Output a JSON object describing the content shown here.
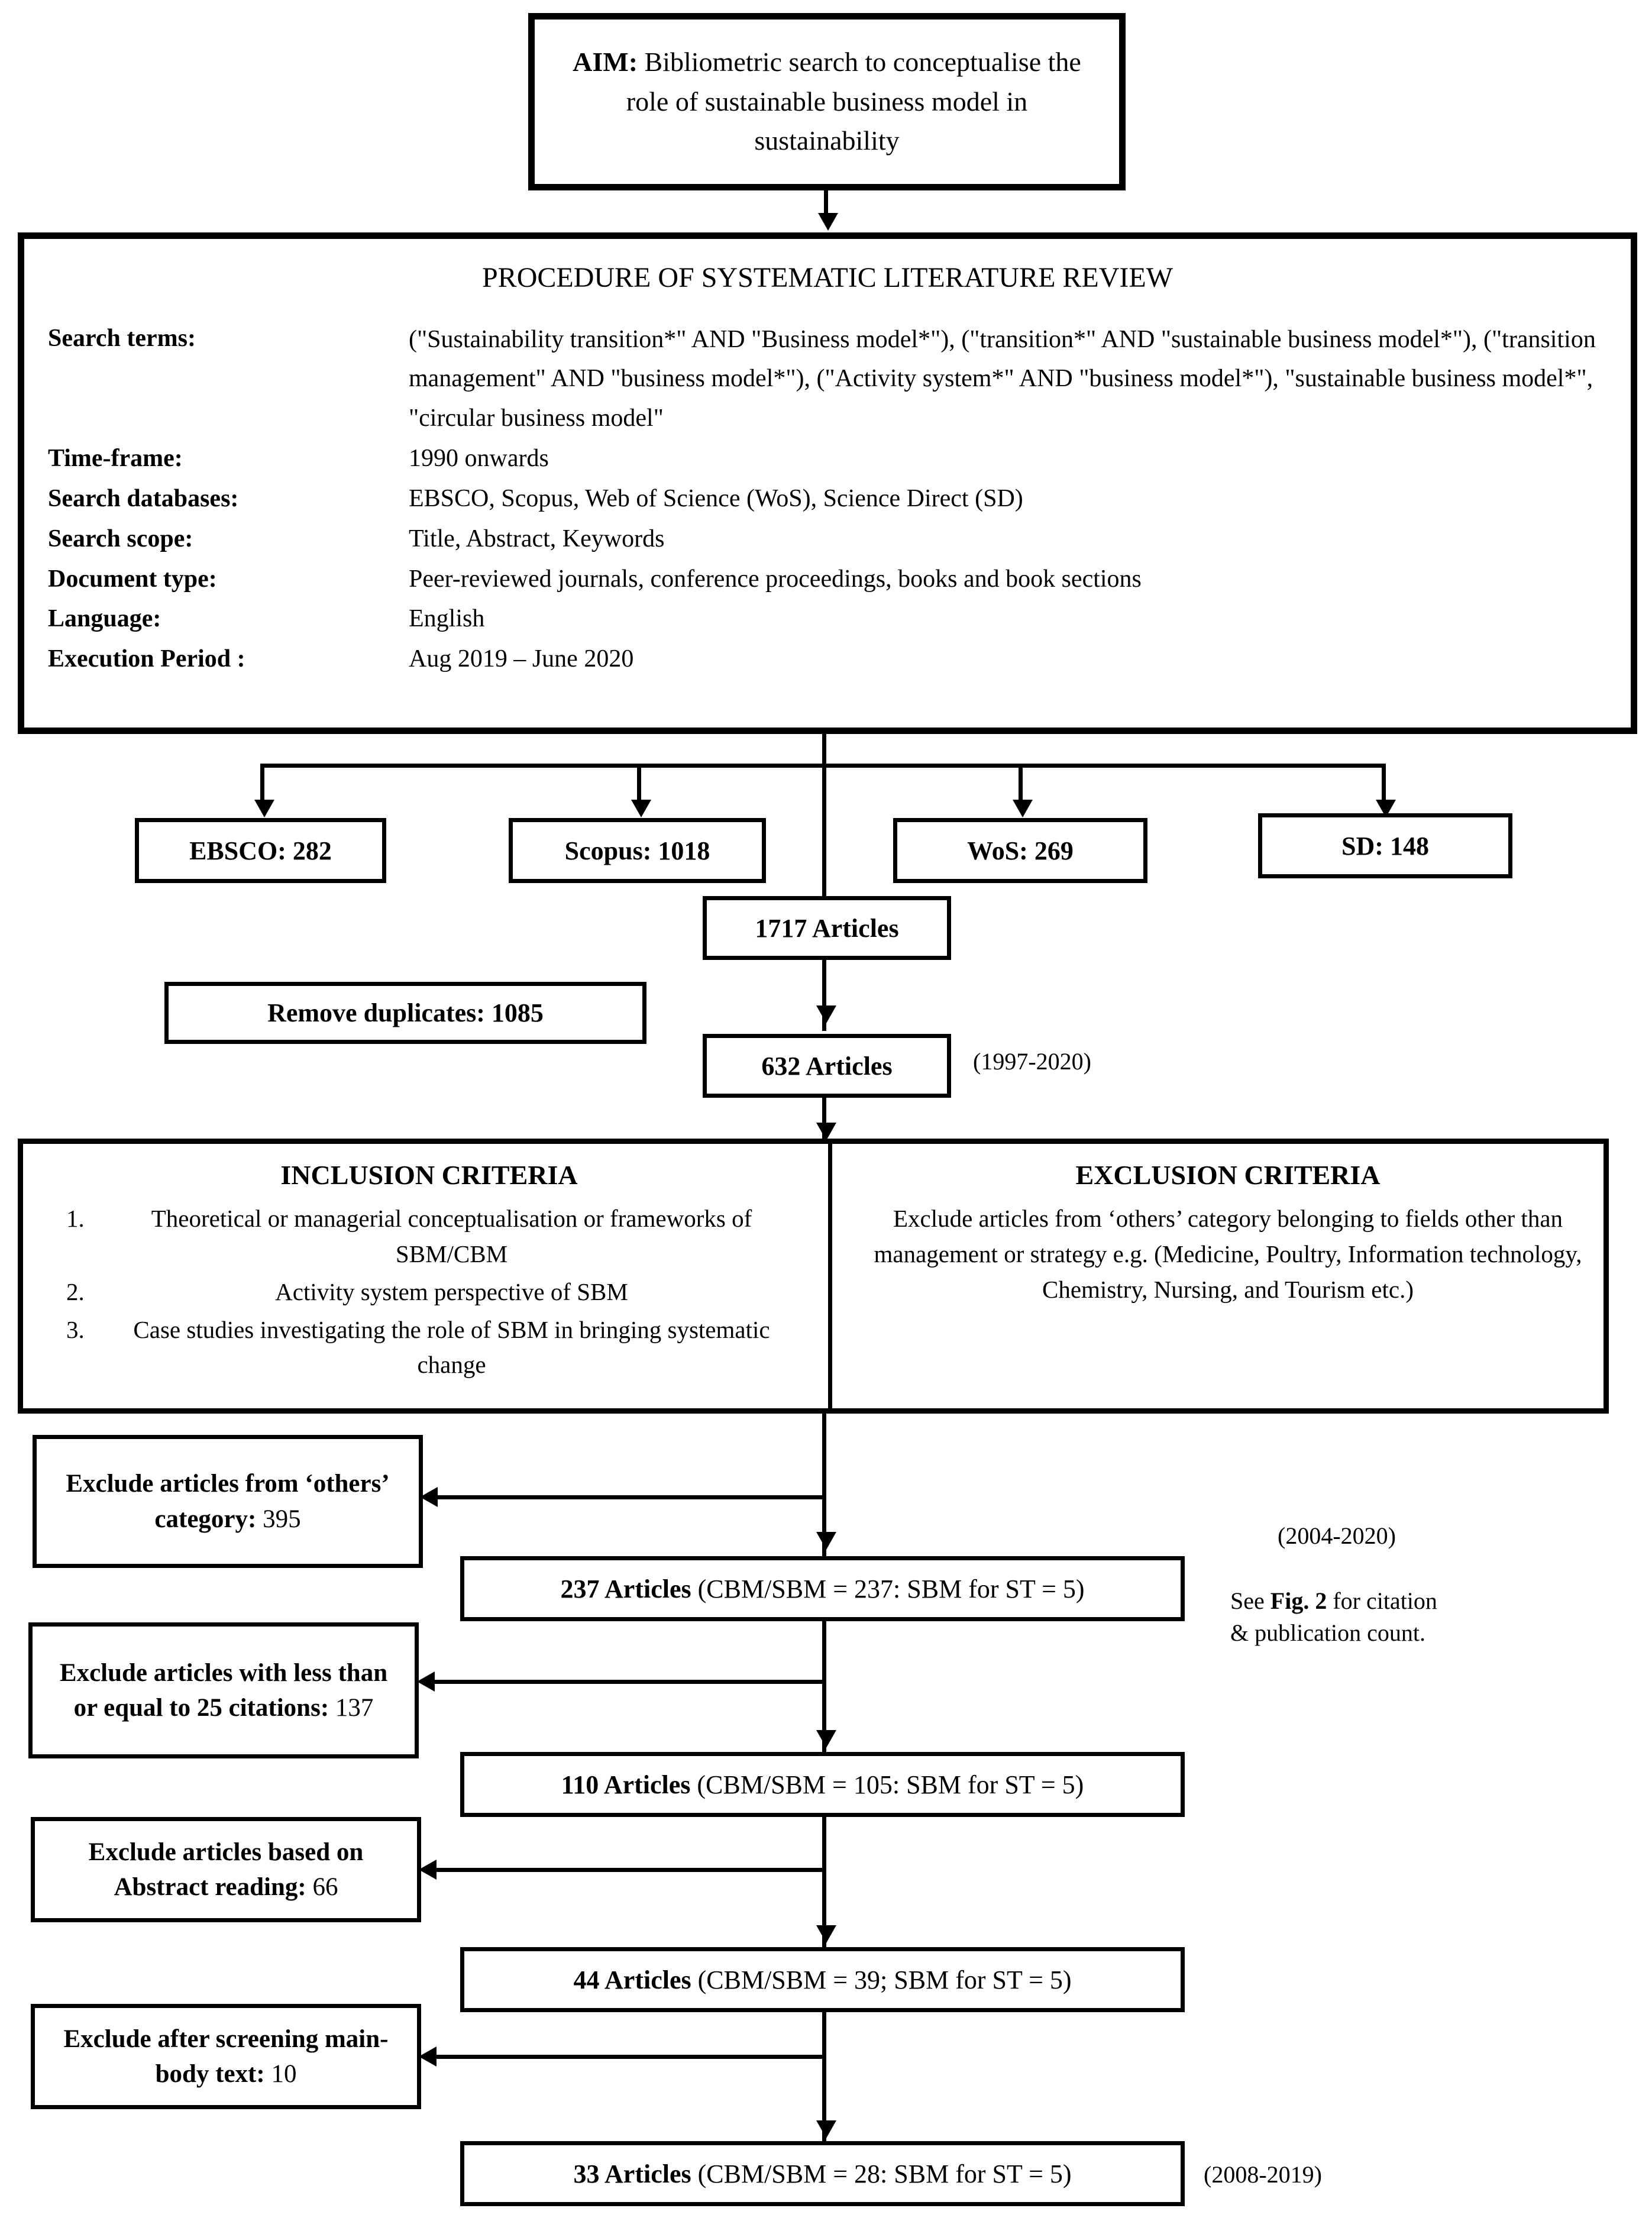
{
  "aim": {
    "label": "AIM:",
    "text": "Bibliometric search to conceptualise the role of sustainable business model in sustainability"
  },
  "procedure": {
    "title": "PROCEDURE OF SYSTEMATIC LITERATURE REVIEW",
    "rows": [
      {
        "label": "Search terms:",
        "value": "(\"Sustainability transition*\" AND \"Business model*\"), (\"transition*\" AND \"sustainable business model*\"), (\"transition management\" AND \"business model*\"), (\"Activity system*\" AND \"business model*\"), \"sustainable business model*\", \"circular business model\""
      },
      {
        "label": "Time-frame:",
        "value": "1990 onwards"
      },
      {
        "label": "Search databases:",
        "value": "EBSCO, Scopus, Web of Science (WoS), Science Direct (SD)"
      },
      {
        "label": "Search scope:",
        "value": "Title, Abstract, Keywords"
      },
      {
        "label": "Document type:",
        "value": "Peer-reviewed journals, conference proceedings, books and book sections"
      },
      {
        "label": "Language:",
        "value": "English"
      },
      {
        "label": "Execution Period :",
        "value": "Aug 2019 – June 2020"
      }
    ]
  },
  "databases": [
    {
      "name": "EBSCO",
      "count": "282",
      "label": "EBSCO: 282"
    },
    {
      "name": "Scopus",
      "count": "1018",
      "label": "Scopus: 1018"
    },
    {
      "name": "WoS",
      "count": "269",
      "label": "WoS: 269"
    },
    {
      "name": "SD",
      "count": "148",
      "label": "SD: 148"
    }
  ],
  "stages": {
    "total": "1717 Articles",
    "deduped": "632 Articles",
    "deduped_years": "(1997-2020)",
    "remove_duplicates": "Remove duplicates: 1085",
    "after_others": {
      "bold": "237 Articles ",
      "rest": "(CBM/SBM = 237: SBM for ST = 5)"
    },
    "after_citations": {
      "bold": "110 Articles ",
      "rest": "(CBM/SBM = 105: SBM for ST = 5)"
    },
    "after_abstract": {
      "bold": "44 Articles ",
      "rest": "(CBM/SBM = 39; SBM for ST = 5)"
    },
    "final": {
      "bold": "33 Articles ",
      "rest": "(CBM/SBM = 28: SBM for ST = 5)"
    },
    "final_years": "(2008-2019)",
    "mid_years": "(2004-2020)"
  },
  "criteria": {
    "inclusion_heading": "INCLUSION CRITERIA",
    "inclusion_items": [
      "Theoretical or managerial conceptualisation or frameworks of SBM/CBM",
      "Activity system perspective of SBM",
      "Case studies investigating the role of SBM in bringing systematic change"
    ],
    "exclusion_heading": "EXCLUSION CRITERIA",
    "exclusion_text": "Exclude articles from ‘others’ category belonging to fields other than management or strategy e.g. (Medicine, Poultry, Information technology, Chemistry, Nursing, and Tourism etc.)"
  },
  "exclusions": [
    {
      "bold": "Exclude articles from ‘others’ category: ",
      "rest": "395"
    },
    {
      "bold": "Exclude articles with less than or equal to 25 citations: ",
      "rest": "137"
    },
    {
      "bold": "Exclude articles based on Abstract reading: ",
      "rest": "66"
    },
    {
      "bold": "Exclude after screening main-body text: ",
      "rest": "10"
    }
  ],
  "figure_note": {
    "line1_pre": "See ",
    "line1_bold": "Fig. 2",
    "line1_post": " for citation",
    "line2": "& publication count."
  }
}
